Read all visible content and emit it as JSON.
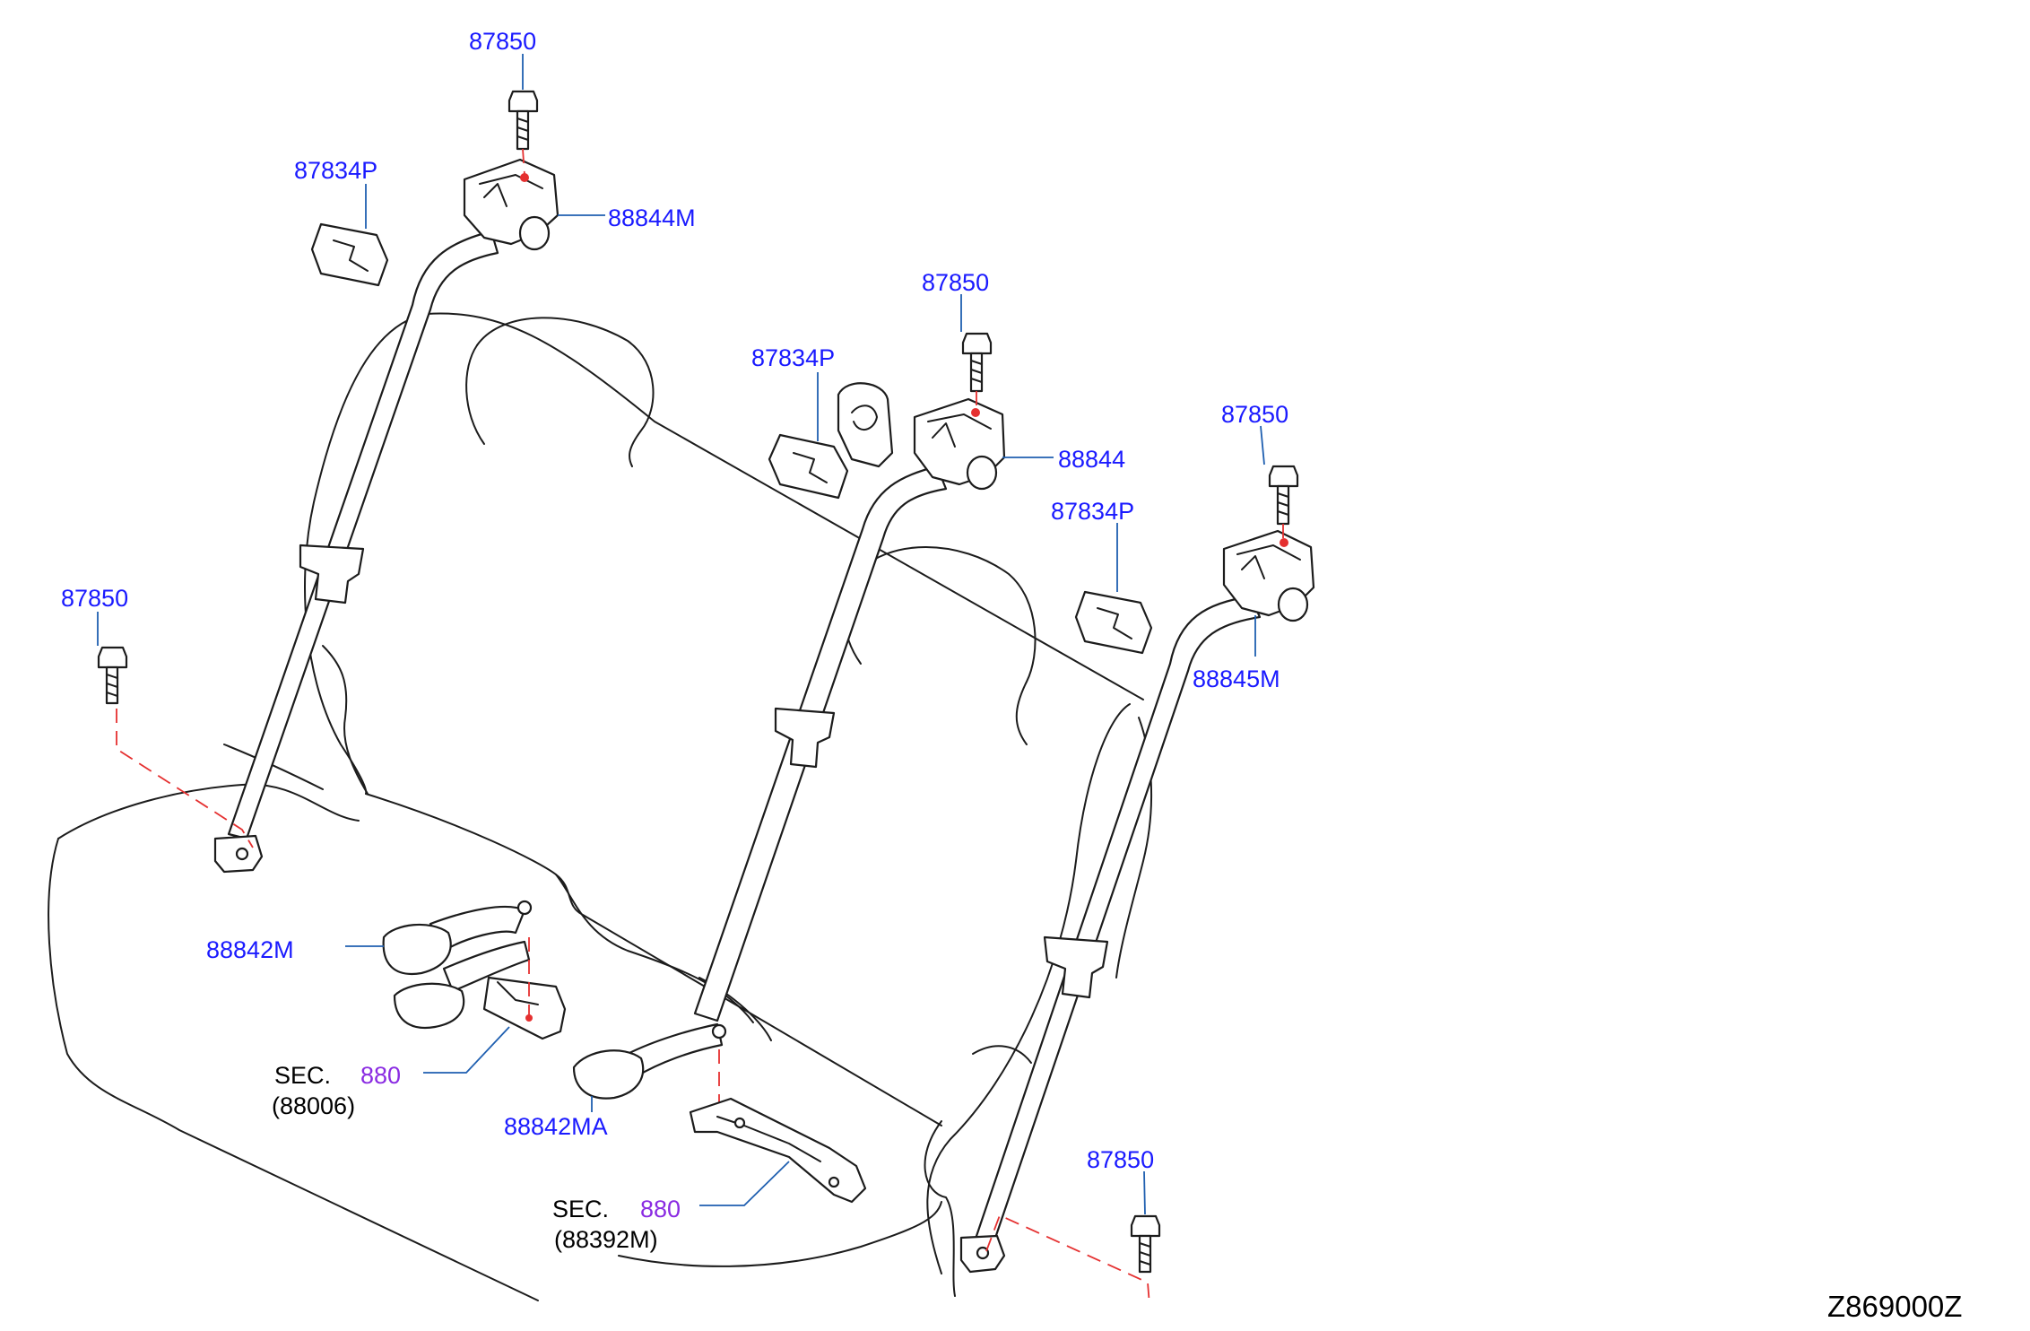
{
  "labels": {
    "bolt_top_left": "87850",
    "plate_top_left": "87834P",
    "retractor_left": "88844M",
    "bolt_top_center": "87850",
    "plate_center": "87834P",
    "retractor_center": "88844",
    "bolt_top_right": "87850",
    "plate_right": "87834P",
    "retractor_right": "88845M",
    "bolt_left_floor": "87850",
    "buckle_left": "88842M",
    "buckle_center": "88842MA",
    "bolt_right_floor": "87850"
  },
  "section_refs": [
    {
      "prefix": "SEC.",
      "number": "880",
      "sub": "(88006)"
    },
    {
      "prefix": "SEC.",
      "number": "880",
      "sub": "(88392M)"
    }
  ],
  "diagram_code": "Z869000Z",
  "colors": {
    "label": "#1a1aff",
    "section_number": "#8a2be2",
    "leader": "#1f5fb0",
    "hidden_line": "#e53030",
    "outline": "#1c1c1c"
  }
}
